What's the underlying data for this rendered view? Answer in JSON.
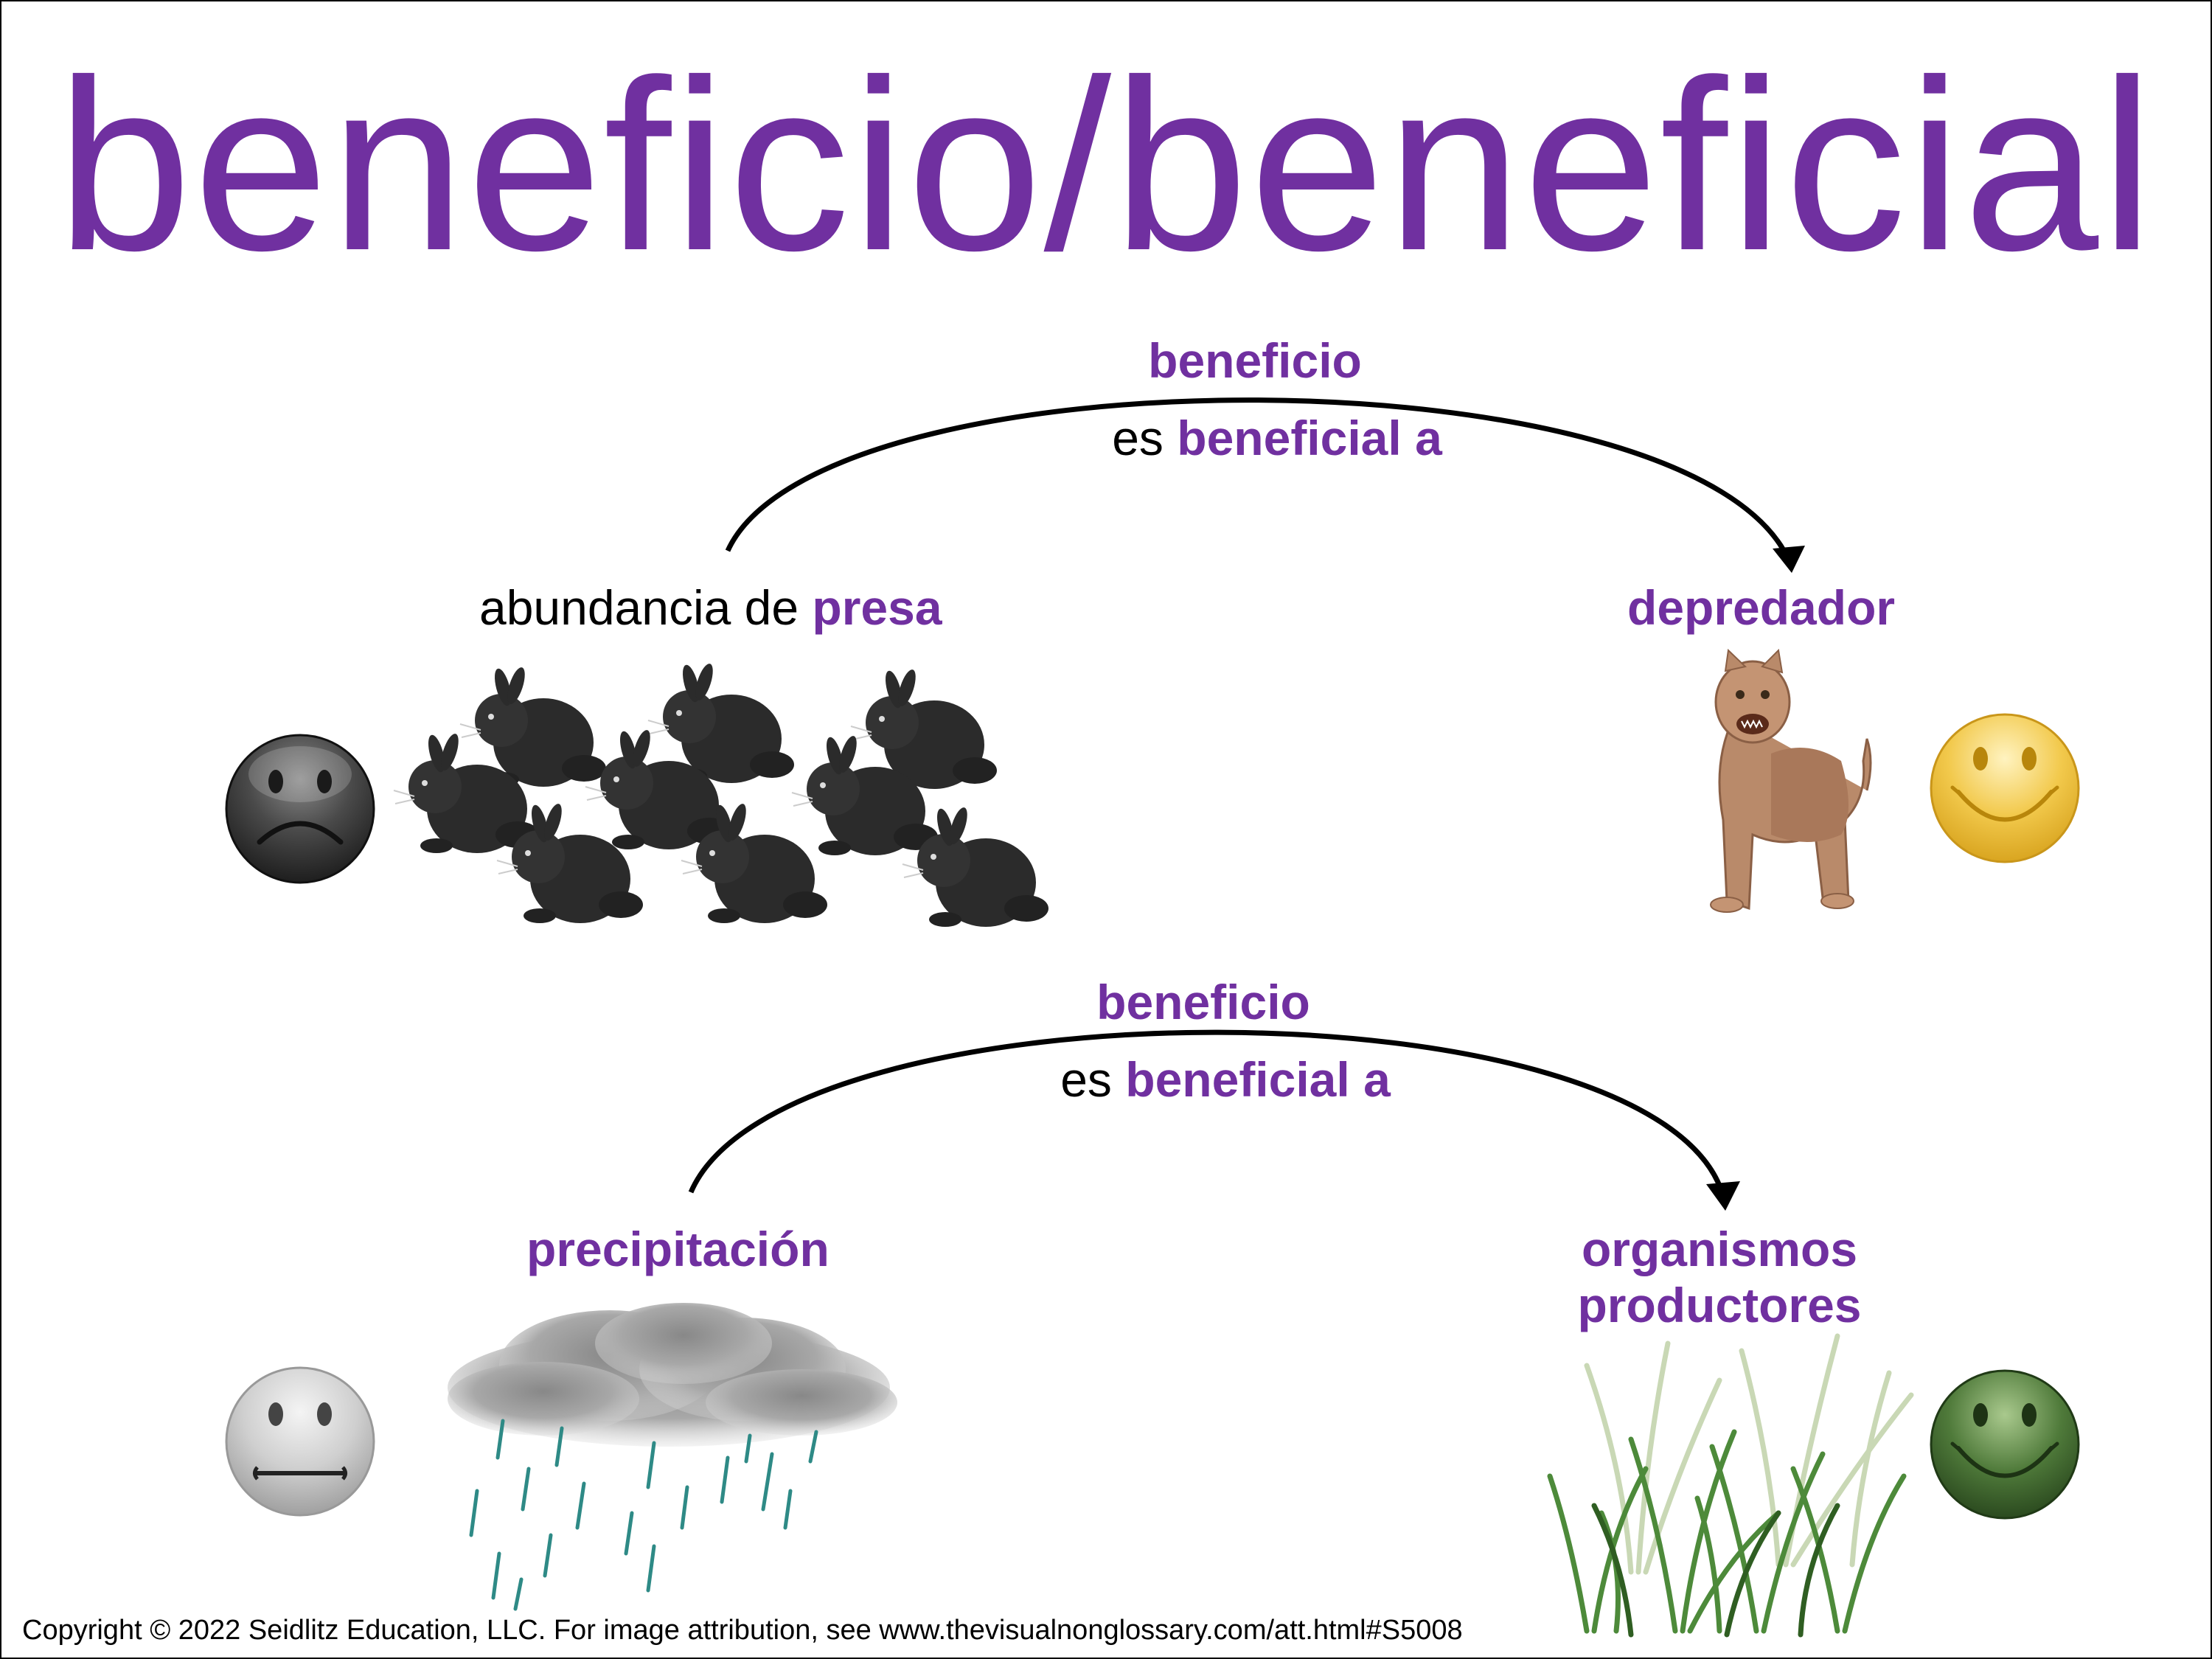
{
  "title": "beneficio/beneficial",
  "relations": [
    {
      "noun": "beneficio",
      "verb_prefix": "es",
      "verb_emphasis": "beneficial a",
      "source": {
        "plain": "abundancia de",
        "emphasis": "presa"
      },
      "target": {
        "emphasis": "depredador"
      },
      "source_face": "sad-face-icon",
      "target_face": "happy-face-icon"
    },
    {
      "noun": "beneficio",
      "verb_prefix": "es",
      "verb_emphasis": "beneficial a",
      "source": {
        "emphasis": "precipitación"
      },
      "target": {
        "line1": "organismos",
        "line2": "productores"
      },
      "source_face": "neutral-face-icon",
      "target_face": "happy-face-icon"
    }
  ],
  "colors": {
    "accent": "#7030a0",
    "sad_face": "#4a4a4a",
    "happy_yellow": "#f2c94c",
    "neutral_face": "#c8c8c8",
    "happy_green": "#4f7a3a"
  },
  "copyright": "Copyright © 2022 Seidlitz Education, LLC.  For image attribution, see www.thevisualnonglossary.com/att.html#S5008"
}
